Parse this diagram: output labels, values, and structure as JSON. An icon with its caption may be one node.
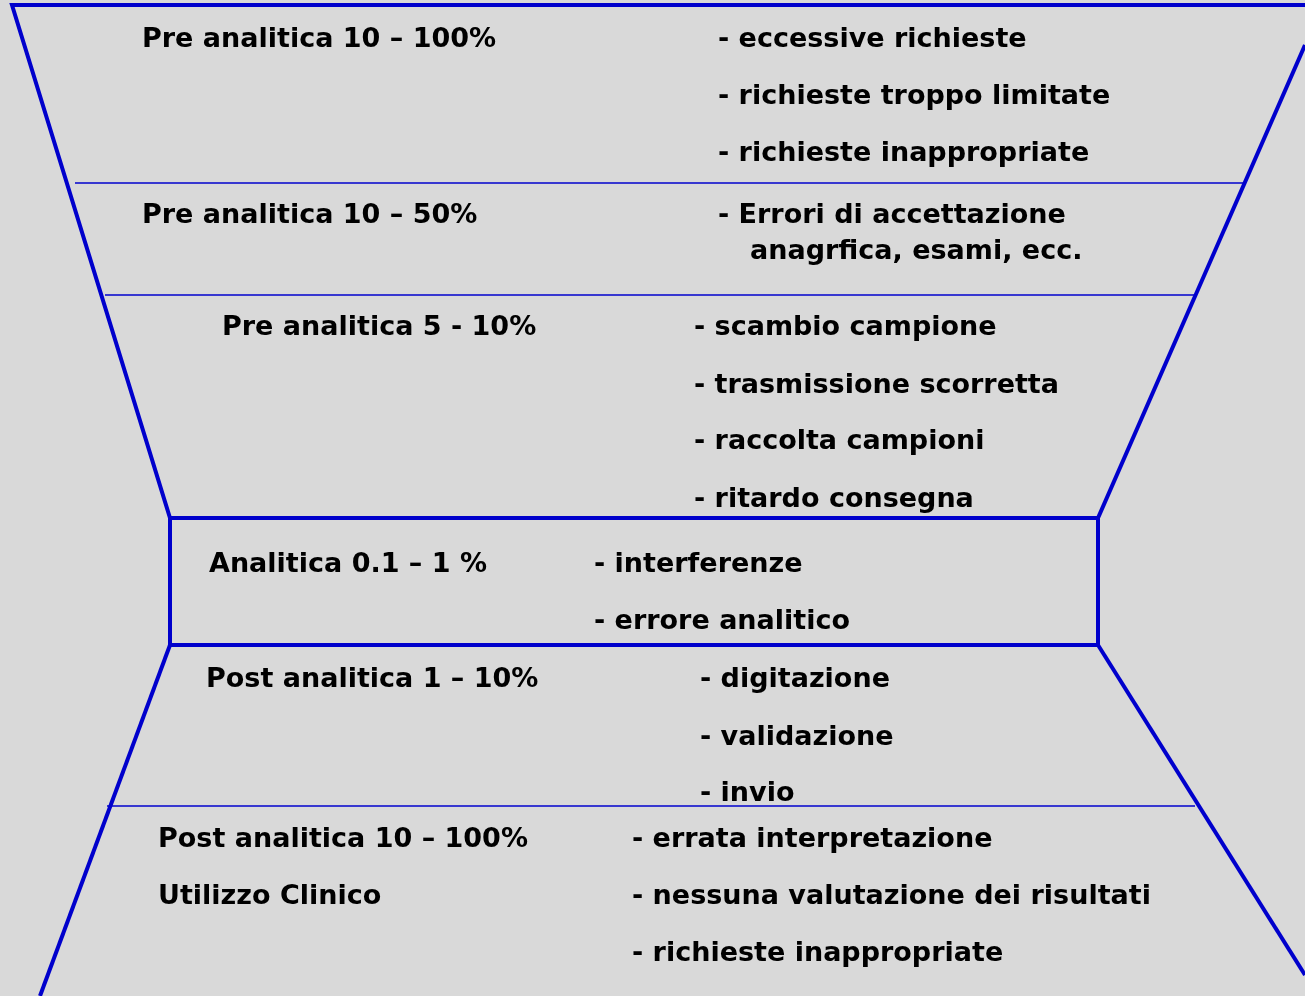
{
  "diagram": {
    "nodes": [
      {
        "text": [
          "Pre analitica 10 – 100%",
          "- eccessive richieste",
          "- richieste troppo limitate",
          "- richieste inappropriate"
        ]
      },
      {
        "text": [
          "Pre analitica 10 – 50%",
          "- Errori di accettazione anagrfica, esami, ecc."
        ]
      },
      {
        "text": [
          "Pre analitica 5 - 10%",
          "- scambio campione",
          "- trasmissione scorretta",
          "- raccolta campioni",
          "- ritardo consegna"
        ]
      },
      {
        "text": [
          "Analitica 0.1 – 1 %",
          "- interferenze",
          "- errore analitico"
        ]
      },
      {
        "text": [
          "Post analitica 1 – 10%",
          "- digitazione",
          "- validazione",
          "- invio"
        ]
      },
      {
        "text": [
          "Post analitica 10 – 100%",
          "Utilizzo Clinico",
          "- errata interpretazione",
          "- nessuna valutazione dei risultati",
          "- richieste inappropriate"
        ]
      }
    ],
    "edges": []
  }
}
